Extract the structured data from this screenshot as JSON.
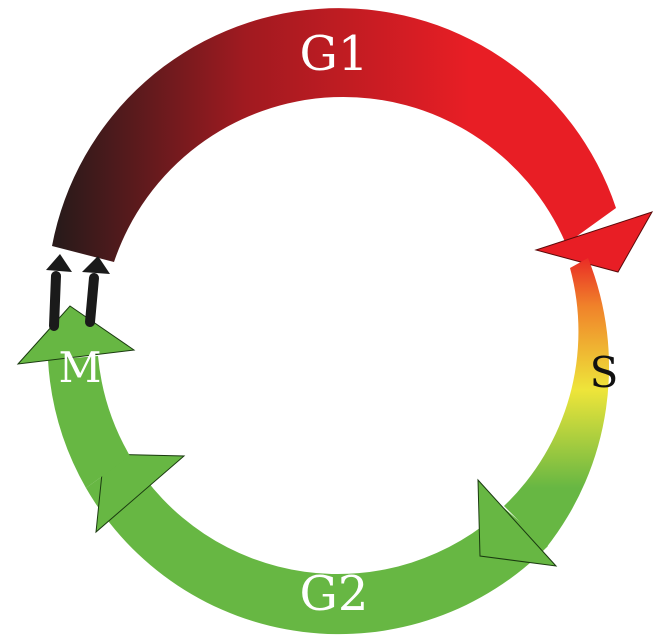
{
  "diagram": {
    "phases": [
      {
        "id": "g1",
        "label": "G1"
      },
      {
        "id": "s",
        "label": "S"
      },
      {
        "id": "g2",
        "label": "G2"
      },
      {
        "id": "m",
        "label": "M"
      }
    ],
    "colors": {
      "dark": "#2a1a1a",
      "red": "#e81e25",
      "orange": "#f0822a",
      "yellow": "#eee53a",
      "green": "#67b743",
      "black": "#1a1a1a",
      "label_light": "#ffffff",
      "label_dark": "#111111"
    }
  }
}
